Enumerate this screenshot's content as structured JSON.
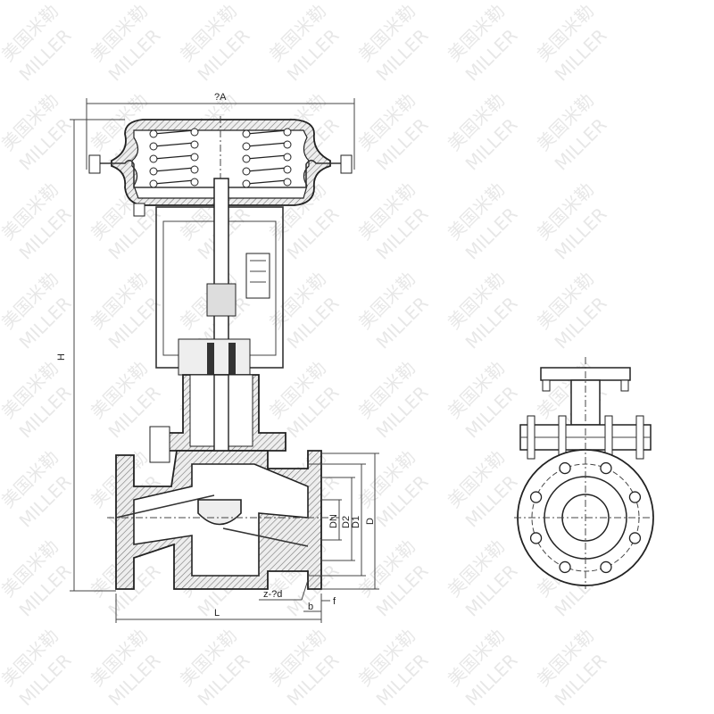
{
  "watermark": {
    "chinese": "美国米勒",
    "latin": "MILLER"
  },
  "labels": {
    "width_A": "?A",
    "height_H": "H",
    "dn": "DN",
    "d2": "D2",
    "d1": "D1",
    "d": "D",
    "bolt_holes": "z-?d",
    "flange_thickness_b": "b",
    "raised_face_f": "f",
    "length_L": "L"
  }
}
